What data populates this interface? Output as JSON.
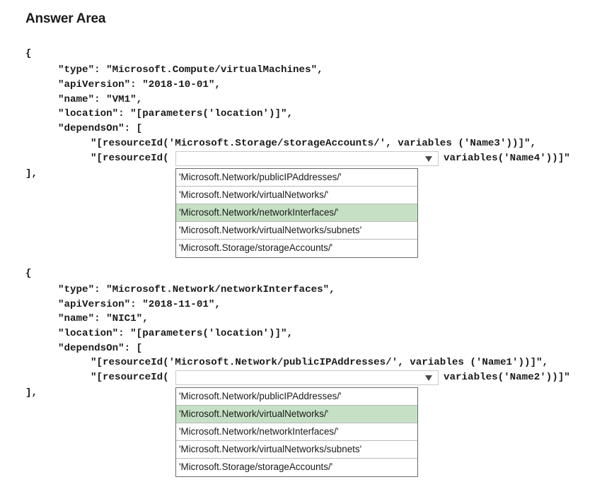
{
  "header": {
    "title": "Answer Area"
  },
  "block1": {
    "open_brace": "{",
    "type_line": "\"type\": \"Microsoft.Compute/virtualMachines\",",
    "api_line": "\"apiVersion\": \"2018-10-01\",",
    "name_line": "\"name\": \"VM1\",",
    "location_line": "\"location\": \"[parameters('location')]\",",
    "depends_line": "\"dependsOn\": [",
    "dep1_line": "\"[resourceId('Microsoft.Storage/storageAccounts/', variables ('Name3'))]\",",
    "dep2_prefix": "\"[resourceId(",
    "dep2_suffix": "variables('Name4'))]\"",
    "close_line": "],",
    "dropdown": {
      "selected_index": 2,
      "options": [
        "'Microsoft.Network/publicIPAddresses/'",
        "'Microsoft.Network/virtualNetworks/'",
        "'Microsoft.Network/networkInterfaces/'",
        "'Microsoft.Network/virtualNetworks/subnets'",
        "'Microsoft.Storage/storageAccounts/'"
      ]
    }
  },
  "block2": {
    "open_brace": "{",
    "type_line": "\"type\": \"Microsoft.Network/networkInterfaces\",",
    "api_line": "\"apiVersion\": \"2018-11-01\",",
    "name_line": "\"name\": \"NIC1\",",
    "location_line": "\"location\": \"[parameters('location')]\",",
    "depends_line": "\"dependsOn\": [",
    "dep1_line": "\"[resourceId('Microsoft.Network/publicIPAddresses/', variables ('Name1'))]\",",
    "dep2_prefix": "\"[resourceId(",
    "dep2_suffix": "variables('Name2'))]\"",
    "close_line": "],",
    "dropdown": {
      "selected_index": 1,
      "options": [
        "'Microsoft.Network/publicIPAddresses/'",
        "'Microsoft.Network/virtualNetworks/'",
        "'Microsoft.Network/networkInterfaces/'",
        "'Microsoft.Network/virtualNetworks/subnets'",
        "'Microsoft.Storage/storageAccounts/'"
      ]
    }
  },
  "icons": {
    "dropdown_arrow": "triangle-down-icon"
  },
  "colors": {
    "selected_option": "#c6e0c6",
    "list_border": "#6b6b6b"
  }
}
